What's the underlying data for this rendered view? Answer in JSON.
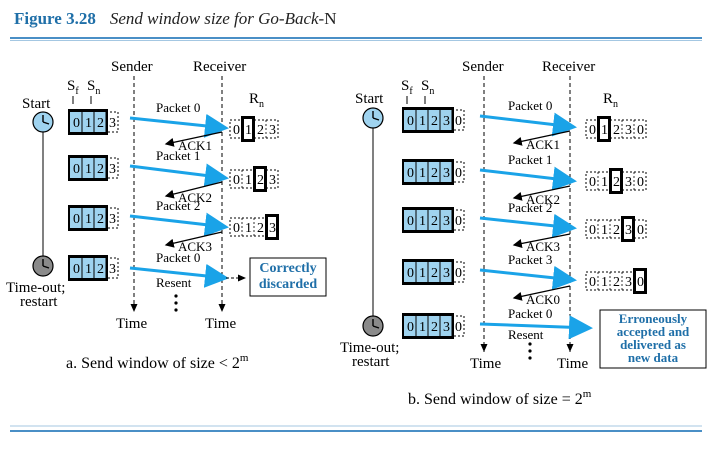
{
  "figure": {
    "number": "Figure 3.28",
    "caption_italic": "Send window size for Go-Back-",
    "caption_plain": "N"
  },
  "colors": {
    "accent": "#1f6fa8",
    "arrow": "#1aa3e8",
    "window_fill": "#9fd3ef",
    "note_text": "#1f6fa8",
    "rule": "#4a8fc6"
  },
  "panel_a": {
    "sender_label": "Sender",
    "receiver_label": "Receiver",
    "sf_label": "S",
    "sf_sub": "f",
    "sn_label": "S",
    "sn_sub": "n",
    "rn_label": "R",
    "rn_sub": "n",
    "start_label": "Start",
    "timeout_label": "Time-out;",
    "restart_label": "restart",
    "sequence": [
      "0",
      "1",
      "2",
      "3"
    ],
    "packets": [
      "Packet 0",
      "Packet 1",
      "Packet 2",
      "Packet 0"
    ],
    "acks": [
      "ACK1",
      "ACK2",
      "ACK3"
    ],
    "resent_label": "Resent",
    "note": [
      "Correctly",
      "discarded"
    ],
    "time_label": "Time",
    "caption_text": "a. Send window of size < 2",
    "caption_sup": "m"
  },
  "panel_b": {
    "sender_label": "Sender",
    "receiver_label": "Receiver",
    "sf_label": "S",
    "sf_sub": "f",
    "sn_label": "S",
    "sn_sub": "n",
    "rn_label": "R",
    "rn_sub": "n",
    "start_label": "Start",
    "timeout_label": "Time-out;",
    "restart_label": "restart",
    "sequence": [
      "0",
      "1",
      "2",
      "3",
      "0"
    ],
    "packets": [
      "Packet 0",
      "Packet 1",
      "Packet 2",
      "Packet 3",
      "Packet 0"
    ],
    "acks": [
      "ACK1",
      "ACK2",
      "ACK3",
      "ACK0"
    ],
    "resent_label": "Resent",
    "note": [
      "Erroneously",
      "accepted and",
      "delivered as",
      "new data"
    ],
    "time_label": "Time",
    "caption_text": "b. Send window of size = 2",
    "caption_sup": "m"
  }
}
